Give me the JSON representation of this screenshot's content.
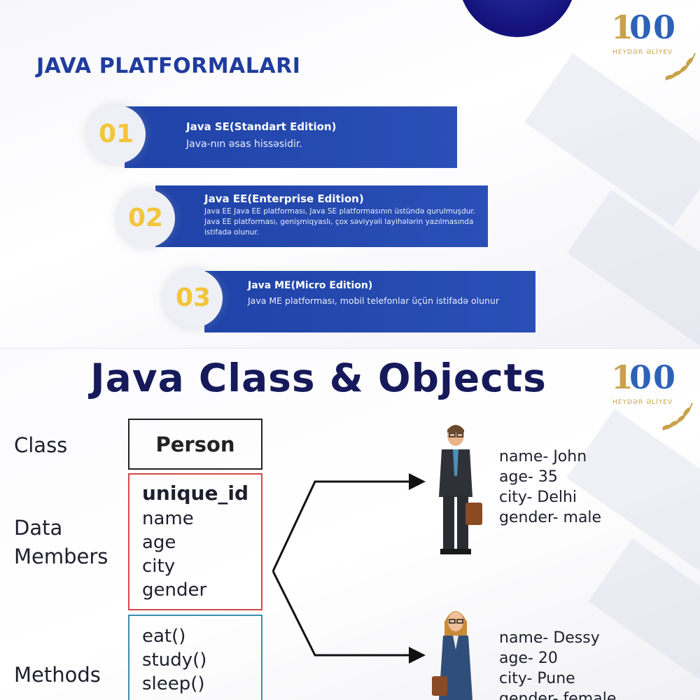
{
  "colors": {
    "ribbon_blue": "#1f43a8",
    "title_blue": "#1f3c9e",
    "title_navy": "#161a5a",
    "badge_yellow": "#f2c53a",
    "members_border": "#d24a4a",
    "methods_border": "#3c8fb0",
    "logo_gold": "#c8a24a"
  },
  "logo": {
    "number_a": "1",
    "number_b": "0",
    "number_c": "0",
    "caption": "HEYDƏR ƏLİYEV"
  },
  "slide1": {
    "title": "JAVA PLATFORMALARI",
    "items": [
      {
        "number": "01",
        "heading": "Java SE(Standart Edition)",
        "description": "Java-nın əsas hissəsidir."
      },
      {
        "number": "02",
        "heading": "Java EE(Enterprise Edition)",
        "description": "Java EE Java EE platforması, Java SE platformasının üstündə qurulmuşdur. Java EE platforması, genişmiqyaslı, çox səviyyəli layihələrin yazılmasında istifadə olunur."
      },
      {
        "number": "03",
        "heading": "Java ME(Micro Edition)",
        "description": "Java ME platforması, mobil telefonlar üçün istifadə olunur"
      }
    ]
  },
  "slide2": {
    "title": "Java Class & Objects",
    "labels": {
      "class": "Class",
      "data_members_1": "Data",
      "data_members_2": "Members",
      "methods": "Methods"
    },
    "class_name": "Person",
    "members": [
      "unique_id",
      "name",
      "age",
      "city",
      "gender"
    ],
    "methods": [
      "eat()",
      "study()",
      "sleep()"
    ],
    "objects": [
      {
        "lines": [
          "name- John",
          "age- 35",
          "city- Delhi",
          "gender- male"
        ]
      },
      {
        "lines": [
          "name- Dessy",
          "age- 20",
          "city- Pune",
          "gender- female"
        ]
      }
    ]
  }
}
